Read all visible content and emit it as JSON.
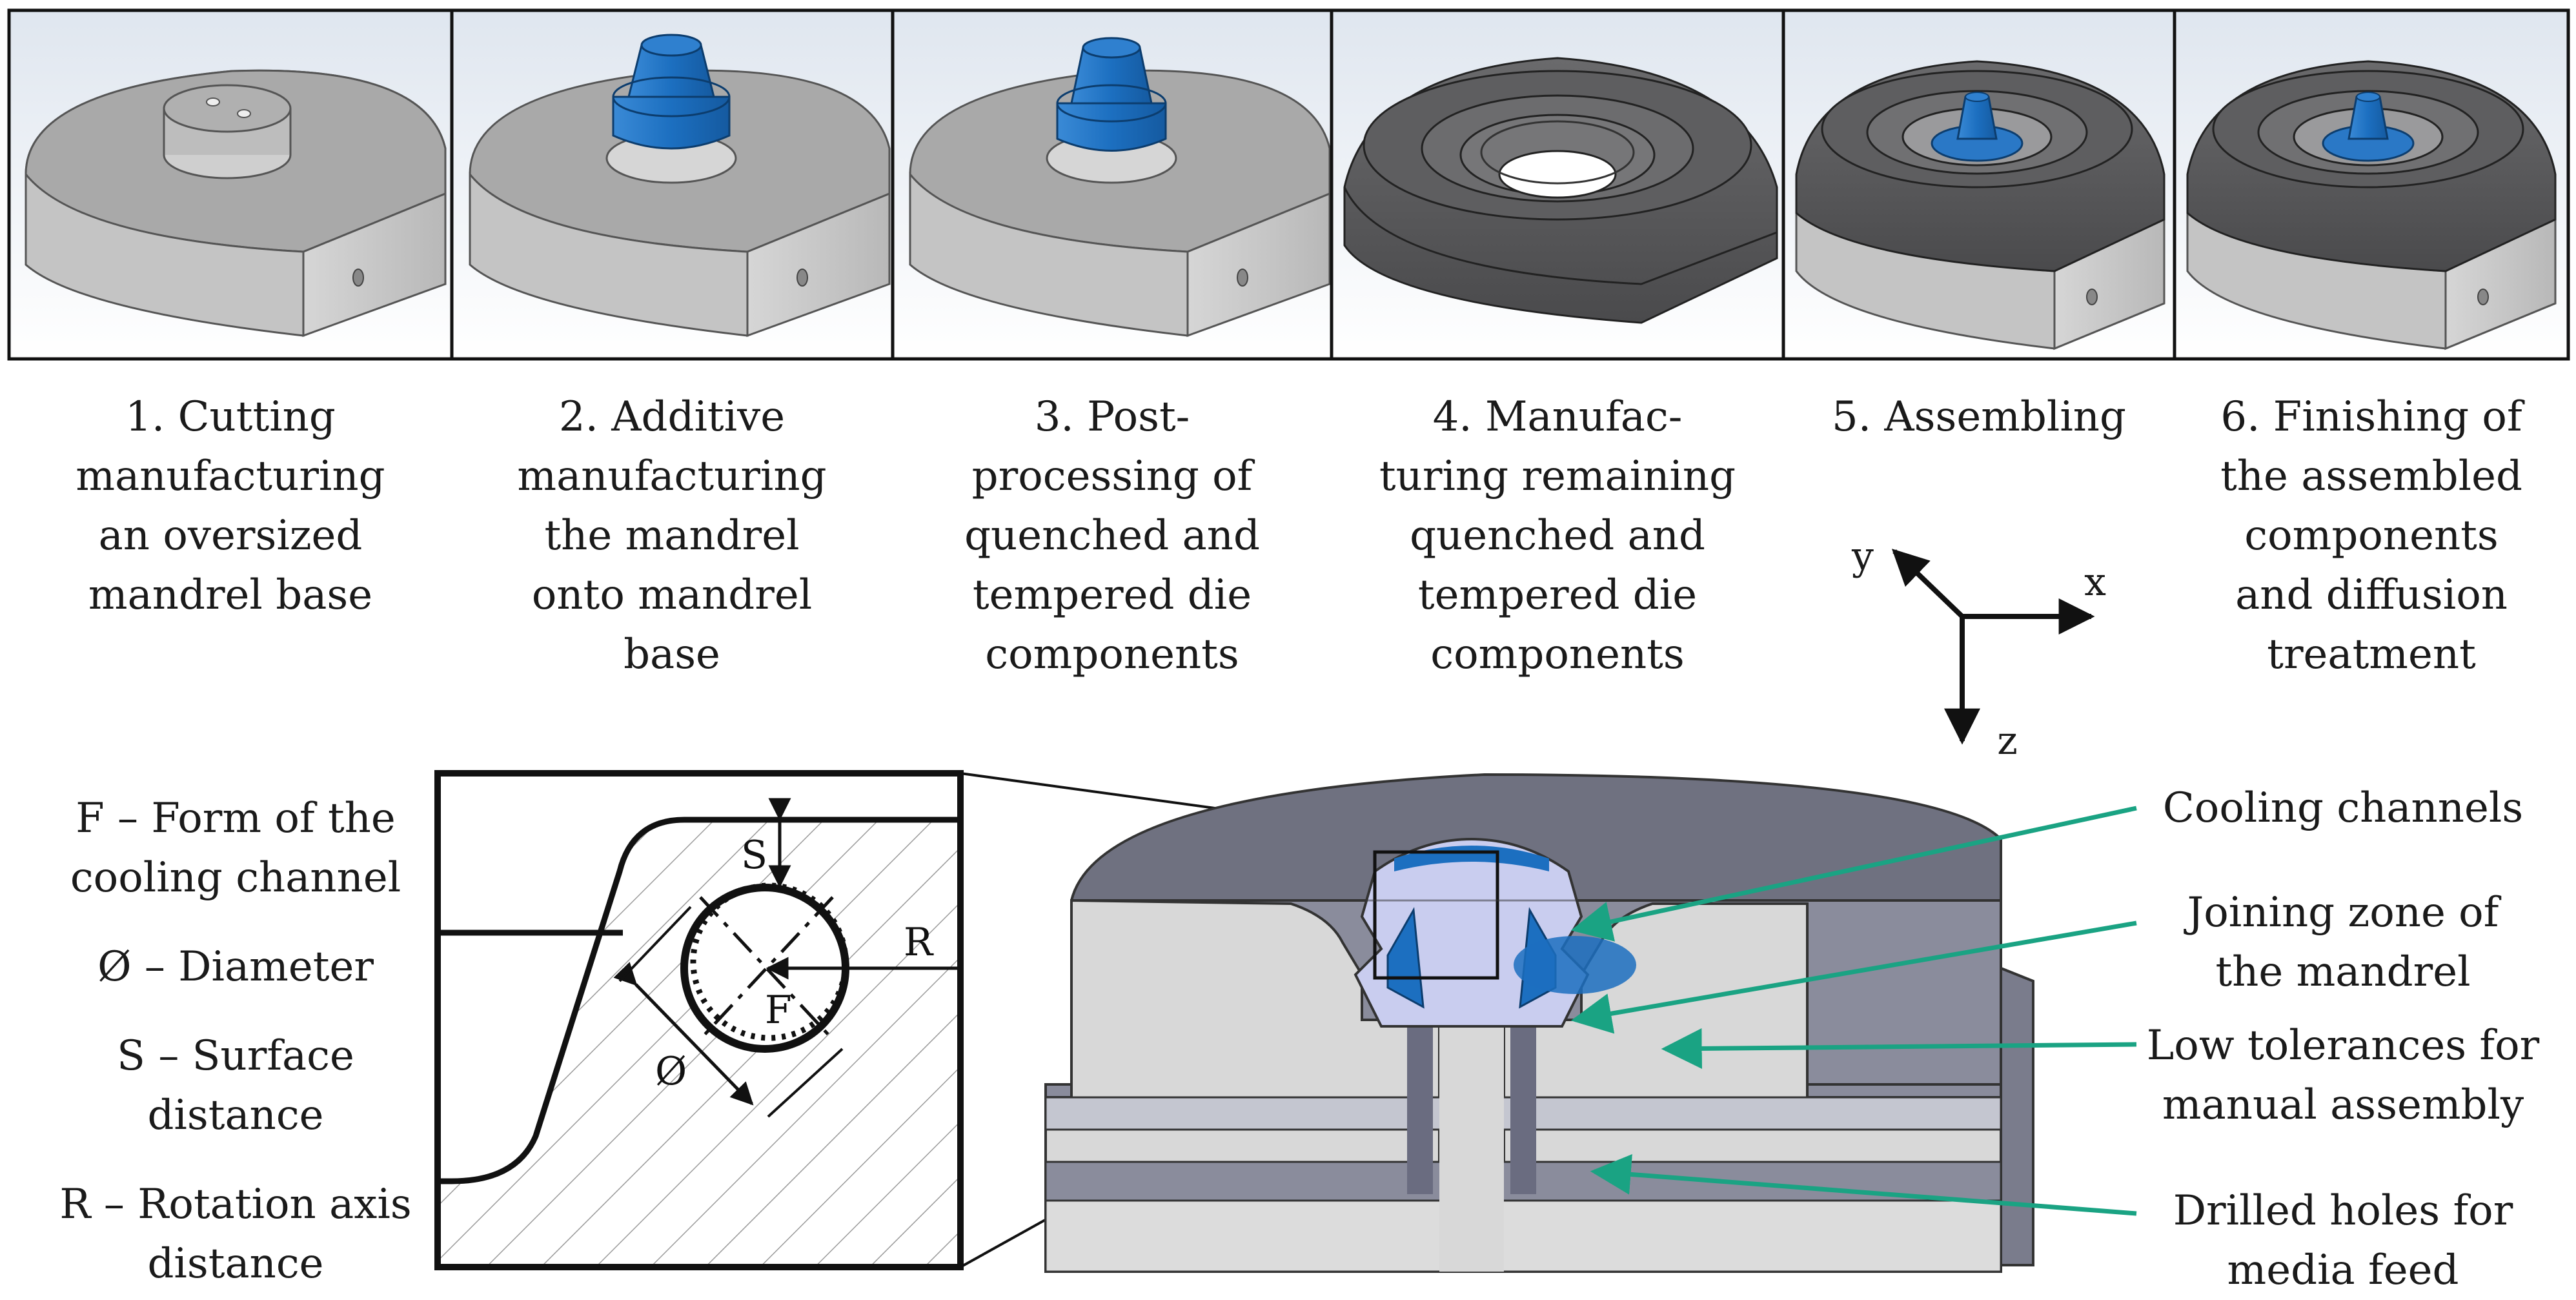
{
  "steps": [
    {
      "label": "1. Cutting\nmanufacturing\nan oversized\nmandrel base"
    },
    {
      "label": "2. Additive\nmanufacturing\nthe mandrel\nonto mandrel\nbase"
    },
    {
      "label": "3. Post-\nprocessing of\nquenched and\ntempered die\ncomponents"
    },
    {
      "label": "4. Manufac-\nturing remaining\nquenched and\ntempered die\ncomponents"
    },
    {
      "label": "5. Assembling"
    },
    {
      "label": "6. Finishing of\nthe assembled\ncomponents\nand diffusion\ntreatment"
    }
  ],
  "axes": {
    "x": "x",
    "y": "y",
    "z": "z"
  },
  "detail": {
    "s": "S",
    "r": "R",
    "f": "F",
    "d": "Ø"
  },
  "legend": [
    {
      "label": "F – Form of the\ncooling channel"
    },
    {
      "label": "Ø – Diameter"
    },
    {
      "label": "S – Surface\ndistance"
    },
    {
      "label": "R – Rotation axis\ndistance"
    }
  ],
  "callouts": [
    {
      "label": "Cooling channels"
    },
    {
      "label": "Joining zone of\nthe mandrel"
    },
    {
      "label": "Low tolerances for\nmanual assembly"
    },
    {
      "label": "Drilled holes for\nmedia feed"
    }
  ],
  "colors": {
    "steel_light": "#b4b4b4",
    "steel_dark": "#5c5c5e",
    "mandrel_blue": "#1c6fc0",
    "section_face": "#d8d8d8",
    "mandrel_section": "#c9cdef",
    "callout_green": "#1aa383",
    "section_body": "#8a8c9c"
  }
}
